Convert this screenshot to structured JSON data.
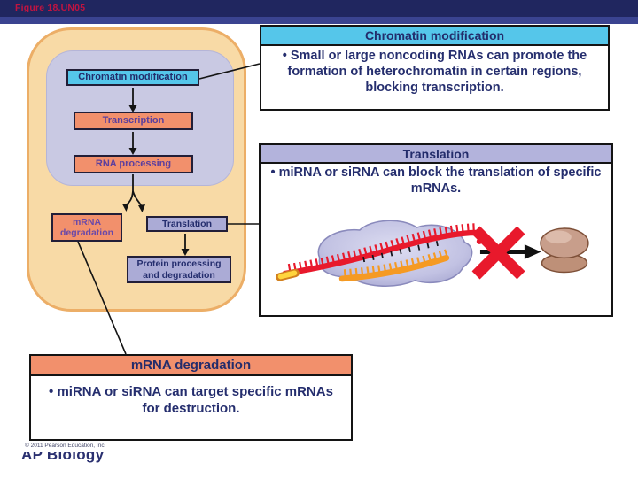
{
  "slide": {
    "figure_label": "Figure 18.UN05",
    "copyright": "© 2011 Pearson Education, Inc.",
    "brand": "AP Biology"
  },
  "flowchart": {
    "nodes": [
      {
        "label": "Chromatin modification"
      },
      {
        "label": "Transcription"
      },
      {
        "label": "RNA processing"
      },
      {
        "label": "mRNA degradation"
      },
      {
        "label": "Translation"
      },
      {
        "label": "Protein processing and degradation"
      }
    ]
  },
  "callouts": [
    {
      "title": "Chromatin modification",
      "body": "• Small or large noncoding RNAs can promote the formation of heterochromatin in certain regions, blocking transcription."
    },
    {
      "title": "Translation",
      "body": "• miRNA or siRNA can block the translation of specific mRNAs.",
      "illustration_elements": [
        "protein-complex-blob",
        "mrna-strand",
        "mirna-strand",
        "mrna-cap",
        "base-pair-dashes",
        "blocked-x-icon",
        "arrow-right-icon",
        "ribosome"
      ]
    },
    {
      "title": "mRNA degradation",
      "body": "• miRNA or siRNA can target specific mRNAs for destruction."
    }
  ],
  "colors": {
    "topbar": "#20265F",
    "topbar_accent": "#3A4390",
    "figure_label_red": "#C01441",
    "cytoplasm_fill": "#F8DAA6",
    "cytoplasm_border": "#ECAE67",
    "nucleus_fill": "#C9C9E3",
    "cyan_stage": "#55C6EA",
    "salmon_stage": "#F2906C",
    "periwinkle_stage": "#ABABD6",
    "navy_text": "#232C6B",
    "purple_text": "#5B3F9E",
    "mrna_red": "#E8192C",
    "mirna_orange": "#F59A23",
    "cap_yellow": "#FFD53E",
    "ribosome_brown": "#C89E8B"
  }
}
